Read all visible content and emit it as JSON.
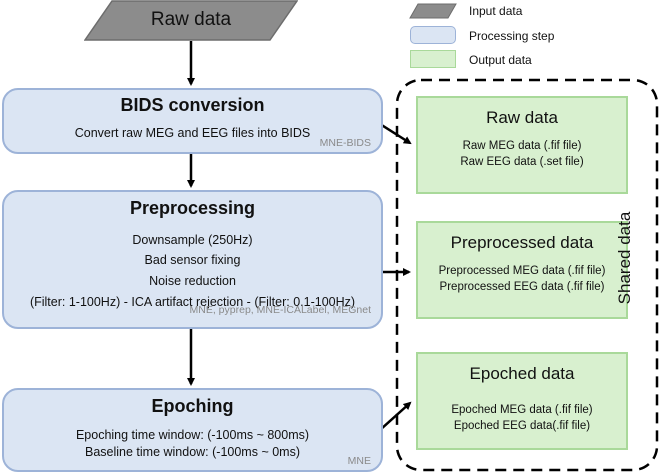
{
  "input": {
    "label": "Raw data"
  },
  "legend": [
    {
      "label": "Input data",
      "kind": "input",
      "color": "#8c8c8c"
    },
    {
      "label": "Processing step",
      "kind": "process",
      "color": "#dbe5f3"
    },
    {
      "label": "Output data",
      "kind": "output",
      "color": "#d8f0cf"
    }
  ],
  "steps": [
    {
      "title": "BIDS conversion",
      "lines": [
        "Convert raw MEG and EEG files into BIDS"
      ],
      "tools": "MNE-BIDS"
    },
    {
      "title": "Preprocessing",
      "lines": [
        "Downsample (250Hz)",
        "Bad sensor fixing",
        "Noise reduction",
        "(Filter: 1-100Hz) - ICA artifact rejection - (Filter: 0.1-100Hz)"
      ],
      "tools": "MNE, pyprep, MNE-ICALabel, MEGnet"
    },
    {
      "title": "Epoching",
      "lines": [
        "Epoching time window: (-100ms ~ 800ms)",
        "Baseline  time window: (-100ms ~ 0ms)"
      ],
      "tools": "MNE"
    }
  ],
  "outputs": [
    {
      "title": "Raw data",
      "lines": [
        "Raw MEG data (.fif file)",
        "Raw EEG data (.set file)"
      ]
    },
    {
      "title": "Preprocessed data",
      "lines": [
        "Preprocessed MEG data (.fif file)",
        "Preprocessed EEG data (.fif file)"
      ]
    },
    {
      "title": "Epoched data",
      "lines": [
        "Epoched MEG data (.fif file)",
        "Epoched EEG data(.fif file)"
      ]
    }
  ],
  "shared": {
    "label": "Shared data"
  },
  "colors": {
    "input": "#8c8c8c",
    "process_fill": "#dbe5f3",
    "process_border": "#9db3d8",
    "output_fill": "#d8f0cf",
    "output_border": "#a9d99a",
    "arrow": "#000000"
  }
}
